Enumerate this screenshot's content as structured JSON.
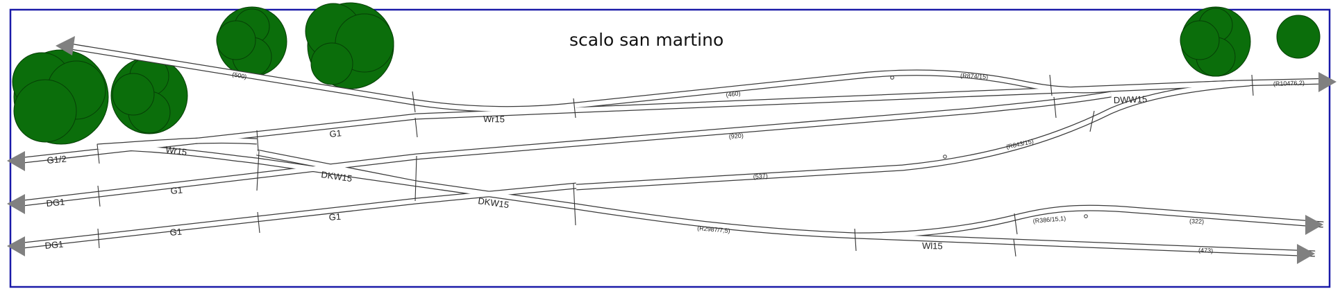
{
  "title": "scalo san martino",
  "colors": {
    "border": "#1a1aa8",
    "track": "#3a3a3a",
    "arrow": "#808080",
    "tree_fill": "#0b6e0b",
    "tree_outline": "#063e06",
    "background": "#ffffff"
  },
  "labels": {
    "g1_2": "G1/2",
    "g1_top": "G1",
    "wr15_top": "Wr15",
    "wr15_mid": "Wr15",
    "dww15": "DWW15",
    "dkw15_a": "DKW15",
    "dkw15_b": "DKW15",
    "dg1_mid": "DG1",
    "dg1_bot": "DG1",
    "g1_mid": "G1",
    "g1_bot_a": "G1",
    "g1_bot_b": "G1",
    "wl15": "Wl15",
    "len_500": "(500)",
    "len_460": "(460)",
    "r874": "(R874/15)",
    "r10476": "(R10476,2)",
    "len_920": "(920)",
    "r843": "(R843/15)",
    "len_537": "(537)",
    "r2987": "(R2987/7,5)",
    "r386": "(R386/15,1)",
    "len_322": "(322)",
    "len_473": "(473)"
  }
}
